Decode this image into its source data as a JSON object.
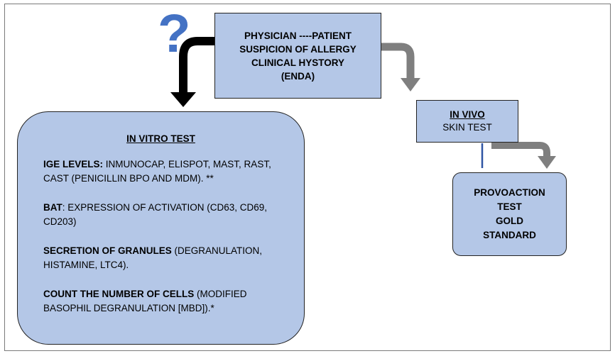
{
  "physician": {
    "lines": [
      "PHYSICIAN ----PATIENT",
      "SUSPICION OF ALLERGY",
      "CLINICAL HYSTORY",
      "(ENDA)"
    ]
  },
  "question_mark": "?",
  "in_vivo": {
    "title": "IN VIVO",
    "subtitle": "SKIN TEST"
  },
  "provocation": {
    "lines": [
      "PROVOACTION",
      "TEST",
      "GOLD",
      "STANDARD"
    ]
  },
  "in_vitro": {
    "title": "IN VITRO TEST",
    "items": [
      {
        "bold": "IGE LEVELS:",
        "text": " INMUNOCAP, ELISPOT, MAST, RAST, CAST (PENICILLIN BPO AND MDM). **"
      },
      {
        "bold": "BAT",
        "text": ": EXPRESSION OF ACTIVATION (CD63, CD69, CD203)"
      },
      {
        "bold": "SECRETION OF GRANULES",
        "text": " (DEGRANULATION, HISTAMINE, LTC4)."
      },
      {
        "bold": "COUNT THE NUMBER OF CELLS",
        "text": " (MODIFIED BASOPHIL DEGRANULATION [MBD]).*"
      }
    ]
  },
  "colors": {
    "box_fill": "#b4c7e7",
    "question_mark": "#4472c4",
    "arrow_black": "#000000",
    "arrow_gray": "#7f7f7f",
    "connector": "#2f55a4"
  }
}
